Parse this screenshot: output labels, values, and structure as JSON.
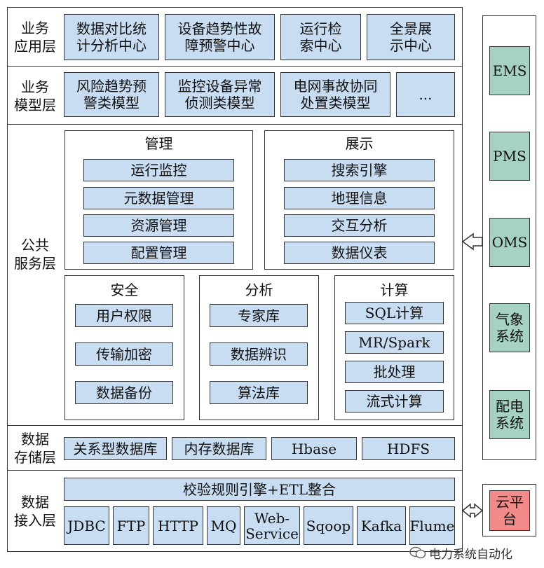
{
  "layers": {
    "application": {
      "label": "业务\n应用层",
      "items": [
        "数据对比统\n计分析中心",
        "设备趋势性故\n障预警中心",
        "运行检\n索中心",
        "全景展\n示中心"
      ]
    },
    "model": {
      "label": "业务\n模型层",
      "items": [
        "风险趋势预\n警类模型",
        "监控设备异常\n侦测类模型",
        "电网事故协同\n处置类模型",
        "..."
      ]
    },
    "service": {
      "label": "公共\n服务层",
      "management": {
        "title": "管理",
        "items": [
          "运行监控",
          "元数据管理",
          "资源管理",
          "配置管理"
        ]
      },
      "display": {
        "title": "展示",
        "items": [
          "搜索引擎",
          "地理信息",
          "交互分析",
          "数据仪表"
        ]
      },
      "security": {
        "title": "安全",
        "items": [
          "用户权限",
          "传输加密",
          "数据备份"
        ]
      },
      "analysis": {
        "title": "分析",
        "items": [
          "专家库",
          "数据辨识",
          "算法库"
        ]
      },
      "computing": {
        "title": "计算",
        "items": [
          "SQL计算",
          "MR/Spark",
          "批处理",
          "流式计算"
        ]
      }
    },
    "storage": {
      "label": "数据\n存储层",
      "items": [
        "关系型数据库",
        "内存数据库",
        "Hbase",
        "HDFS"
      ]
    },
    "access": {
      "label": "数据\n接入层",
      "banner": "校验规则引擎+ETL整合",
      "items": [
        "JDBC",
        "FTP",
        "HTTP",
        "MQ",
        "Web-\nService",
        "Sqoop",
        "Kafka",
        "Flume"
      ]
    }
  },
  "systems": [
    "EMS",
    "PMS",
    "OMS",
    "气象\n系统",
    "配电\n系统"
  ],
  "cloud": "云平\n台",
  "watermark": "电力系统自动化",
  "colors": {
    "blue_box": "#c9ddf2",
    "green_box": "#a6d2c2",
    "cloud_box": "#f28a8a"
  }
}
